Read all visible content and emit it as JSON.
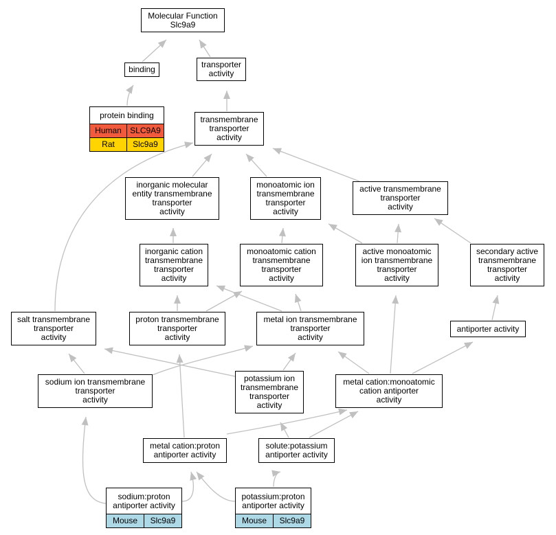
{
  "nodes": {
    "mf": "Molecular Function\nSlc9a9",
    "binding": "binding",
    "transporter": "transporter\nactivity",
    "protein_binding": {
      "title": "protein binding",
      "rows": [
        {
          "species": "Human",
          "gene": "SLC9A9",
          "color": "#f15a3c"
        },
        {
          "species": "Rat",
          "gene": "Slc9a9",
          "color": "#ffd400"
        }
      ]
    },
    "tm_transporter": "transmembrane\ntransporter\nactivity",
    "inorganic_molecular": "inorganic molecular\nentity transmembrane\ntransporter\nactivity",
    "monoatomic_ion": "monoatomic ion\ntransmembrane\ntransporter\nactivity",
    "active_tm": "active transmembrane\ntransporter\nactivity",
    "inorganic_cation": "inorganic cation\ntransmembrane\ntransporter\nactivity",
    "monoatomic_cation": "monoatomic cation\ntransmembrane\ntransporter\nactivity",
    "active_monoatomic": "active monoatomic\nion transmembrane\ntransporter\nactivity",
    "secondary_active": "secondary active\ntransmembrane\ntransporter\nactivity",
    "salt_tm": "salt transmembrane\ntransporter\nactivity",
    "proton_tm": "proton transmembrane\ntransporter\nactivity",
    "metal_ion_tm": "metal ion transmembrane\ntransporter\nactivity",
    "antiporter": "antiporter activity",
    "sodium_ion_tm": "sodium ion transmembrane\ntransporter\nactivity",
    "potassium_ion_tm": "potassium ion\ntransmembrane\ntransporter\nactivity",
    "metal_cation_monoatomic": "metal cation:monoatomic\ncation antiporter\nactivity",
    "metal_cation_proton": "metal cation:proton\nantiporter activity",
    "solute_potassium": "solute:potassium\nantiporter activity",
    "sodium_proton": {
      "title": "sodium:proton\nantiporter activity",
      "rows": [
        {
          "species": "Mouse",
          "gene": "Slc9a9",
          "color": "#add8e6"
        }
      ]
    },
    "potassium_proton": {
      "title": "potassium:proton\nantiporter activity",
      "rows": [
        {
          "species": "Mouse",
          "gene": "Slc9a9",
          "color": "#add8e6"
        }
      ]
    }
  },
  "colors": {
    "edge": "#c0c0c0",
    "border": "#000000"
  }
}
